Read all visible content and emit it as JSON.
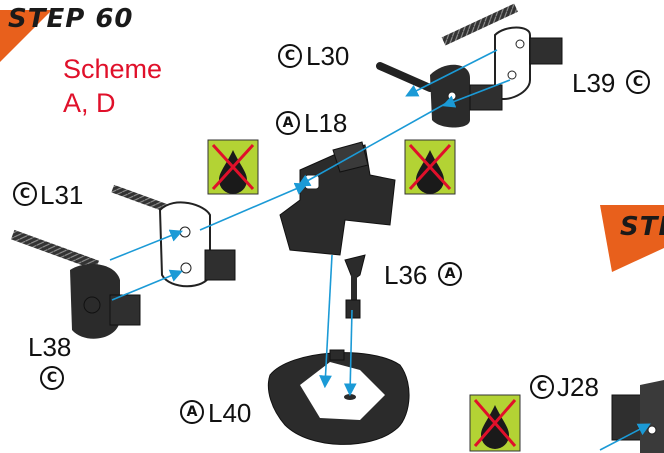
{
  "header": {
    "step_title": "STEP 60",
    "scheme_line1": "Scheme",
    "scheme_line2": "A, D",
    "next_step_partial": "STE"
  },
  "parts": {
    "l30": {
      "code": "L30",
      "lube": "C"
    },
    "l39": {
      "code": "L39",
      "lube": "C"
    },
    "l18": {
      "code": "L18",
      "lube": "A"
    },
    "l31": {
      "code": "L31",
      "lube": "C"
    },
    "l38": {
      "code": "L38",
      "lube": "C"
    },
    "l36": {
      "code": "L36",
      "lube": "A"
    },
    "l40": {
      "code": "L40",
      "lube": "A"
    },
    "j28": {
      "code": "J28",
      "lube": "C"
    }
  },
  "colors": {
    "accent_orange": "#e8601c",
    "scheme_red": "#e0102a",
    "arrow_blue": "#1b9ad6",
    "no_oil_green": "#b3d334"
  }
}
